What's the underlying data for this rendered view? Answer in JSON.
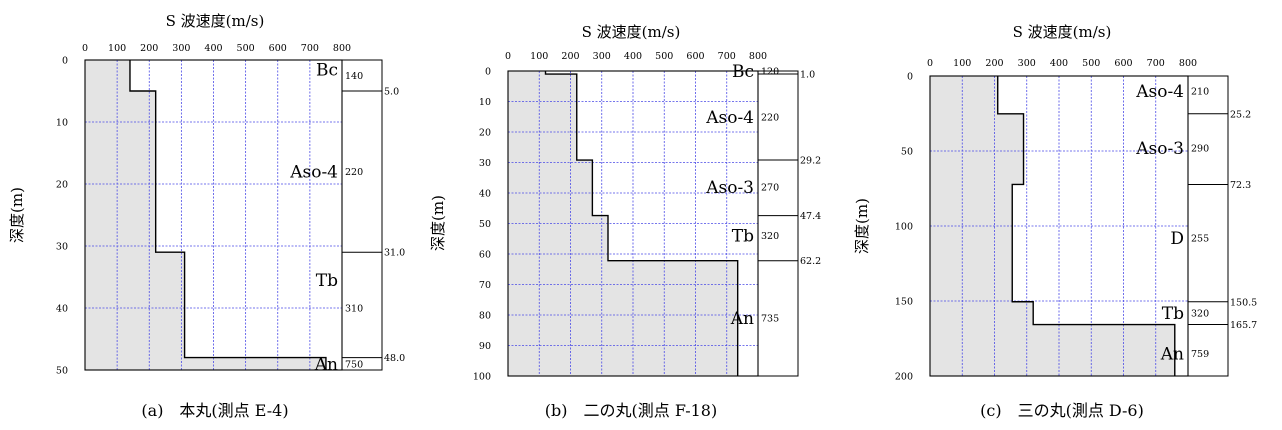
{
  "chart_data": [
    {
      "type": "step",
      "xlabel": "S 波速度(m/s)",
      "ylabel": "深度(m)",
      "xlim": [
        0,
        800
      ],
      "ylim": [
        0,
        50
      ],
      "xticks": [
        0,
        100,
        200,
        300,
        400,
        500,
        600,
        700,
        800
      ],
      "yticks": [
        0,
        10,
        20,
        30,
        40,
        50
      ],
      "grid": true,
      "layers": [
        {
          "name": "Bc",
          "top": 0,
          "bottom": 5.0,
          "vs": 140,
          "name_depth": 1.5,
          "vs_depth": 2.5
        },
        {
          "name": "Aso-4",
          "top": 5.0,
          "bottom": 31.0,
          "vs": 220,
          "name_depth": 18,
          "vs_depth": 18
        },
        {
          "name": "Tb",
          "top": 31.0,
          "bottom": 48.0,
          "vs": 310,
          "name_depth": 35.5,
          "vs_depth": 40
        },
        {
          "name": "An",
          "top": 48.0,
          "bottom": 50,
          "vs": 750,
          "name_depth": 49,
          "vs_depth": 49
        }
      ],
      "boundaries": [
        "5.0",
        "31.0",
        "48.0"
      ],
      "caption": "(a)　本丸(測点 E-4)"
    },
    {
      "type": "step",
      "xlabel": "S 波速度(m/s)",
      "ylabel": "深度(m)",
      "xlim": [
        0,
        800
      ],
      "ylim": [
        0,
        100
      ],
      "xticks": [
        0,
        100,
        200,
        300,
        400,
        500,
        600,
        700,
        800
      ],
      "yticks": [
        0,
        10,
        20,
        30,
        40,
        50,
        60,
        70,
        80,
        90,
        100
      ],
      "grid": true,
      "layers": [
        {
          "name": "Bc",
          "top": 0,
          "bottom": 1.0,
          "vs": 120,
          "name_depth": 0,
          "vs_depth": 0
        },
        {
          "name": "Aso-4",
          "top": 1.0,
          "bottom": 29.2,
          "vs": 220,
          "name_depth": 15,
          "vs_depth": 15
        },
        {
          "name": "Aso-3",
          "top": 29.2,
          "bottom": 47.4,
          "vs": 270,
          "name_depth": 38,
          "vs_depth": 38
        },
        {
          "name": "Tb",
          "top": 47.4,
          "bottom": 62.2,
          "vs": 320,
          "name_depth": 54,
          "vs_depth": 54
        },
        {
          "name": "An",
          "top": 62.2,
          "bottom": 100,
          "vs": 735,
          "name_depth": 81,
          "vs_depth": 81
        }
      ],
      "boundaries": [
        "1.0",
        "29.2",
        "47.4",
        "62.2"
      ],
      "caption": "(b)　二の丸(測点 F-18)"
    },
    {
      "type": "step",
      "xlabel": "S 波速度(m/s)",
      "ylabel": "深度(m)",
      "xlim": [
        0,
        800
      ],
      "ylim": [
        0,
        200
      ],
      "xticks": [
        0,
        100,
        200,
        300,
        400,
        500,
        600,
        700,
        800
      ],
      "yticks": [
        0,
        50,
        100,
        150,
        200
      ],
      "grid": true,
      "layers": [
        {
          "name": "Aso-4",
          "top": 0,
          "bottom": 25.2,
          "vs": 210,
          "name_depth": 10,
          "vs_depth": 10
        },
        {
          "name": "Aso-3",
          "top": 25.2,
          "bottom": 72.3,
          "vs": 290,
          "name_depth": 48,
          "vs_depth": 48
        },
        {
          "name": "D",
          "top": 72.3,
          "bottom": 150.5,
          "vs": 255,
          "name_depth": 108,
          "vs_depth": 108
        },
        {
          "name": "Tb",
          "top": 150.5,
          "bottom": 165.7,
          "vs": 320,
          "name_depth": 158,
          "vs_depth": 158
        },
        {
          "name": "An",
          "top": 165.7,
          "bottom": 200,
          "vs": 759,
          "name_depth": 185,
          "vs_depth": 185
        }
      ],
      "boundaries": [
        "25.2",
        "72.3",
        "150.5",
        "165.7"
      ],
      "caption": "(c)　三の丸(測点 D-6)"
    }
  ]
}
